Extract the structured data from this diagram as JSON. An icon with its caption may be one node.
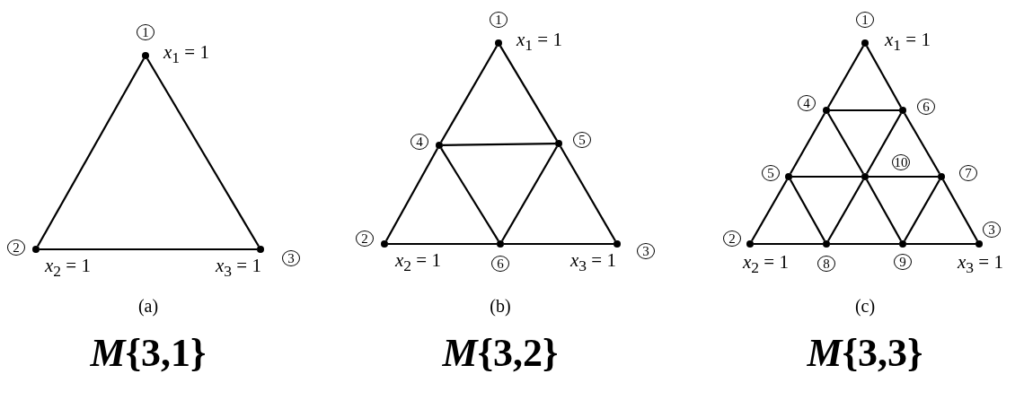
{
  "diagram": {
    "nodes": [
      {
        "text": [
          "1"
        ],
        "beside": [
          "*x*$_{1}$ = 1"
        ]
      },
      {
        "text": [
          "2"
        ],
        "beside": [
          "*x*$_{2}$ = 1"
        ]
      },
      {
        "text": [
          "3"
        ],
        "beside": [
          "*x*$_{3}$ = 1"
        ]
      },
      {
        "text": [
          "1"
        ],
        "beside": [
          "*x*$_{1}$ = 1"
        ]
      },
      {
        "text": [
          "2"
        ],
        "beside": [
          "*x*$_{2}$ = 1"
        ]
      },
      {
        "text": [
          "3"
        ],
        "beside": [
          "*x*$_{3}$ = 1"
        ]
      },
      {
        "text": [
          "4"
        ]
      },
      {
        "text": [
          "5"
        ]
      },
      {
        "text": [
          "6"
        ]
      },
      {
        "text": [
          "1"
        ],
        "beside": [
          "*x*$_{1}$ = 1"
        ]
      },
      {
        "text": [
          "2"
        ],
        "beside": [
          "*x*$_{2}$ = 1"
        ]
      },
      {
        "text": [
          "3"
        ],
        "beside": [
          "*x*$_{3}$ = 1"
        ]
      },
      {
        "text": [
          "4"
        ]
      },
      {
        "text": [
          "5"
        ]
      },
      {
        "text": [
          "6"
        ]
      },
      {
        "text": [
          "7"
        ]
      },
      {
        "text": [
          "8"
        ]
      },
      {
        "text": [
          "9"
        ]
      },
      {
        "text": [
          "10"
        ]
      }
    ],
    "edges": [
      {
        "from": 0,
        "to": 1,
        "arrow": "none"
      },
      {
        "from": 0,
        "to": 2,
        "arrow": "none"
      },
      {
        "from": 1,
        "to": 2,
        "arrow": "none"
      },
      {
        "from": 3,
        "to": 6,
        "arrow": "none"
      },
      {
        "from": 6,
        "to": 4,
        "arrow": "none"
      },
      {
        "from": 3,
        "to": 7,
        "arrow": "none"
      },
      {
        "from": 7,
        "to": 5,
        "arrow": "none"
      },
      {
        "from": 4,
        "to": 8,
        "arrow": "none"
      },
      {
        "from": 8,
        "to": 5,
        "arrow": "none"
      },
      {
        "from": 6,
        "to": 7,
        "arrow": "none"
      },
      {
        "from": 6,
        "to": 8,
        "arrow": "none"
      },
      {
        "from": 7,
        "to": 8,
        "arrow": "none"
      },
      {
        "from": 9,
        "to": 12,
        "arrow": "none"
      },
      {
        "from": 12,
        "to": 13,
        "arrow": "none"
      },
      {
        "from": 13,
        "to": 10,
        "arrow": "none"
      },
      {
        "from": 9,
        "to": 14,
        "arrow": "none"
      },
      {
        "from": 14,
        "to": 15,
        "arrow": "none"
      },
      {
        "from": 15,
        "to": 11,
        "arrow": "none"
      },
      {
        "from": 10,
        "to": 16,
        "arrow": "none"
      },
      {
        "from": 16,
        "to": 17,
        "arrow": "none"
      },
      {
        "from": 17,
        "to": 11,
        "arrow": "none"
      },
      {
        "from": 12,
        "to": 14,
        "arrow": "none"
      },
      {
        "from": 13,
        "to": 18,
        "arrow": "none"
      },
      {
        "from": 18,
        "to": 15,
        "arrow": "none"
      },
      {
        "from": 12,
        "to": 18,
        "arrow": "none"
      },
      {
        "from": 18,
        "to": 17,
        "arrow": "none"
      },
      {
        "from": 13,
        "to": 16,
        "arrow": "none"
      },
      {
        "from": 14,
        "to": 18,
        "arrow": "none"
      },
      {
        "from": 18,
        "to": 16,
        "arrow": "none"
      },
      {
        "from": 15,
        "to": 17,
        "arrow": "none"
      }
    ],
    "labels": [
      "(a)",
      "(b)",
      "(c)",
      "*M*{3,1}",
      "*M*{3,2}",
      "*M*{3,3}"
    ]
  }
}
